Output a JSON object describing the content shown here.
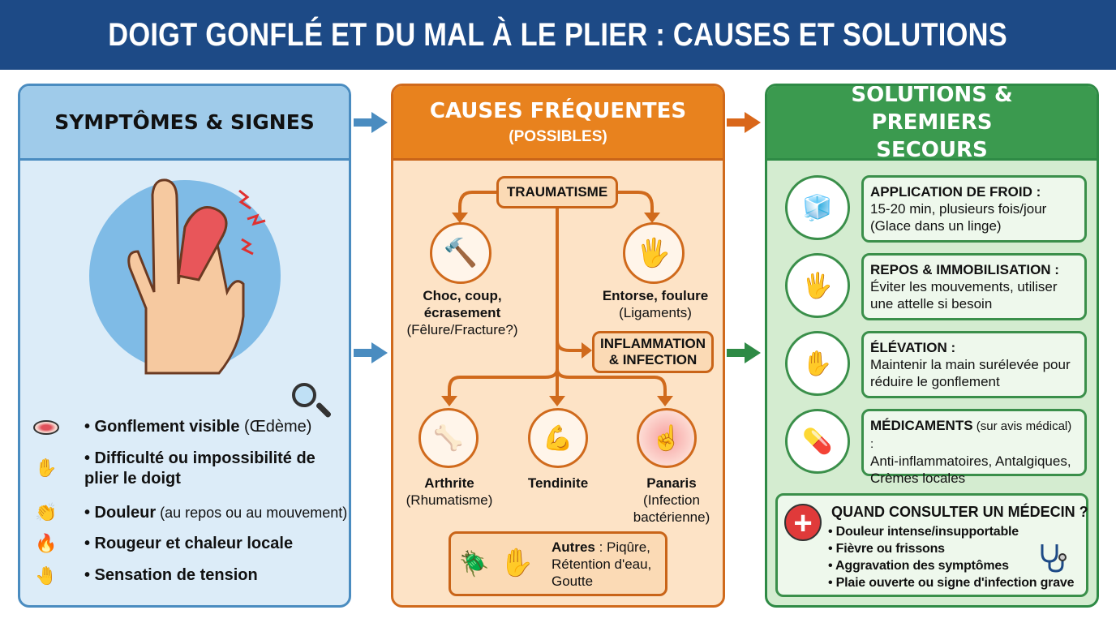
{
  "title": "DOIGT GONFLÉ ET DU MAL À LE PLIER : CAUSES ET SOLUTIONS",
  "colors": {
    "header": "#1d4a86",
    "symptoms": "#5fa3d1",
    "causes": "#e8821e",
    "solutions": "#3b9a4f"
  },
  "symptoms": {
    "heading": "SYMPTÔMES & SIGNES",
    "items": [
      {
        "icon": "swollen-eye-icon",
        "bold": "• Gonflement visible",
        "normal": " (Œdème)"
      },
      {
        "icon": "hand-icon",
        "bold": "• Difficulté ou impossibilité de plier le doigt",
        "normal": ""
      },
      {
        "icon": "pain-hand-icon",
        "bold": "• Douleur",
        "normal": " (au repos ou au mouvement)"
      },
      {
        "icon": "flame-icon",
        "bold": "• Rougeur et chaleur locale",
        "normal": ""
      },
      {
        "icon": "tension-hand-icon",
        "bold": "• Sensation de tension",
        "normal": ""
      }
    ]
  },
  "causes": {
    "heading": "CAUSES FRÉQUENTES",
    "subheading": "(POSSIBLES)",
    "traumatisme": "TRAUMATISME",
    "choc_bold": "Choc, coup, écrasement",
    "choc_sub": "(Fêlure/Fracture?)",
    "entorse_bold": "Entorse, foulure",
    "entorse_sub": "(Ligaments)",
    "inflammation": "INFLAMMATION & INFECTION",
    "arthrite_bold": "Arthrite",
    "arthrite_sub": "(Rhumatisme)",
    "tendinite_bold": "Tendinite",
    "panaris_bold": "Panaris",
    "panaris_sub": "(Infection bactérienne)",
    "autres_bold": "Autres",
    "autres_text": " : Piqûre, Rétention d'eau, Goutte"
  },
  "solutions": {
    "heading": "SOLUTIONS & PREMIERS SECOURS",
    "cards": [
      {
        "icon": "ice-pack-icon",
        "title": "APPLICATION DE FROID :",
        "note": "",
        "text": "15-20 min, plusieurs fois/jour (Glace dans un linge)"
      },
      {
        "icon": "splint-icon",
        "title": "REPOS & IMMOBILISATION :",
        "note": "",
        "text": "Éviter les mouvements, utiliser une attelle si besoin"
      },
      {
        "icon": "elevated-hand-icon",
        "title": "ÉLÉVATION :",
        "note": "",
        "text": "Maintenir la main surélevée pour réduire le gonflement"
      },
      {
        "icon": "medication-icon",
        "title": "MÉDICAMENTS",
        "note": " (sur avis médical) :",
        "text": "Anti-inflammatoires, Antalgiques, Crèmes locales"
      }
    ],
    "doctor": {
      "title": "QUAND CONSULTER UN MÉDECIN ?",
      "items": [
        "• Douleur intense/insupportable",
        "• Fièvre ou frissons",
        "• Aggravation des symptômes",
        "• Plaie ouverte ou signe d'infection grave"
      ]
    }
  }
}
